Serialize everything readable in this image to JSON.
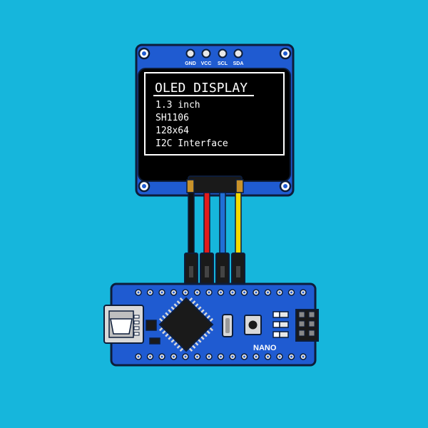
{
  "oled": {
    "pin_labels": [
      "GND",
      "VCC",
      "SCL",
      "SDA"
    ],
    "screen_title": "OLED DISPLAY",
    "screen_lines": [
      "1.3 inch",
      "SH1106",
      "128x64",
      "I2C Interface"
    ]
  },
  "nano": {
    "label": "NANO"
  },
  "wires": [
    {
      "pin": "GND",
      "color": "#111111"
    },
    {
      "pin": "VCC",
      "color": "#e31b1b"
    },
    {
      "pin": "SCL",
      "color": "#1f6fd6"
    },
    {
      "pin": "SDA",
      "color": "#f5dc00"
    }
  ],
  "colors": {
    "background": "#16b6dc",
    "pcb": "#1f5bd1",
    "pcb_outline": "#0d1d3a",
    "screen": "#000000",
    "text": "#ffffff"
  }
}
